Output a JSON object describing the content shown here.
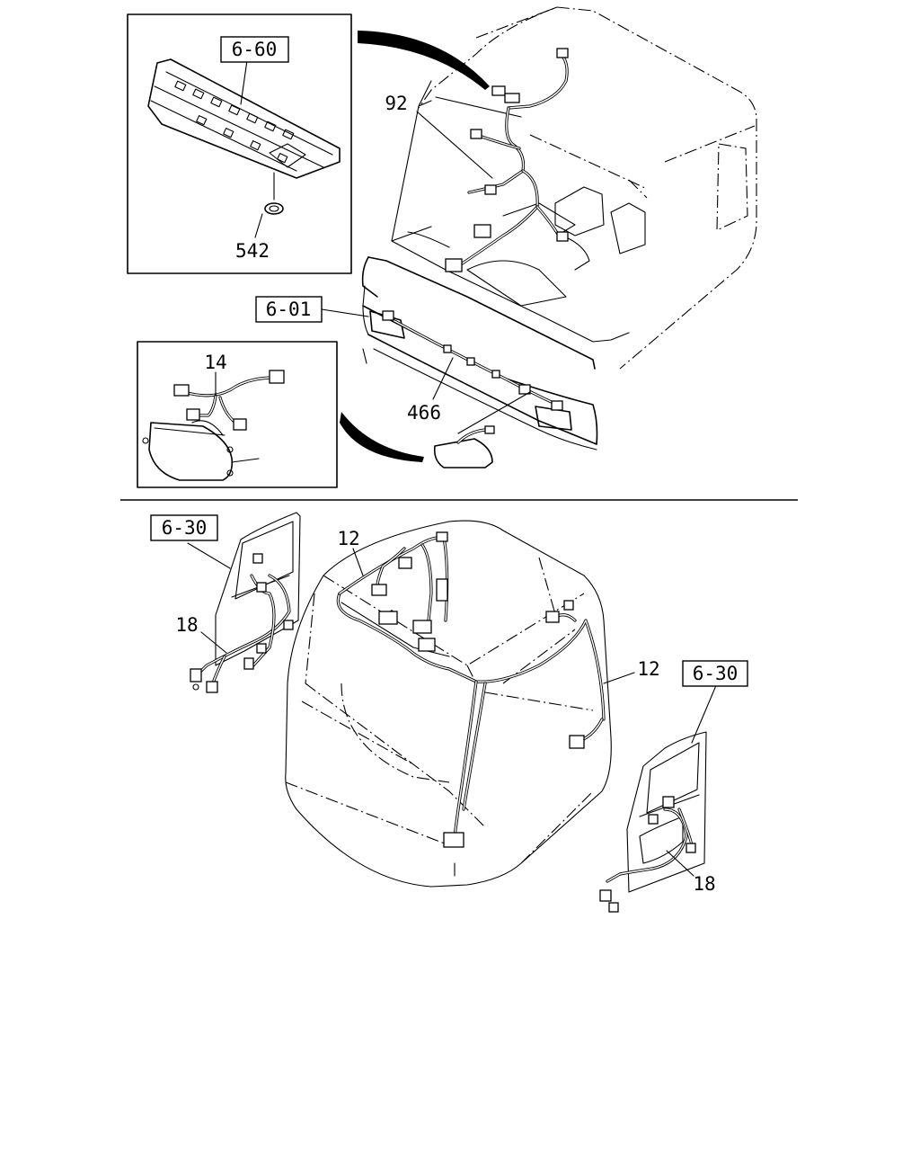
{
  "callouts": {
    "ref_grille": "6-60",
    "ref_front": "6-01",
    "ref_door_left": "6-30",
    "ref_door_right": "6-30"
  },
  "parts": {
    "grommet": "542",
    "harness_dash": "92",
    "harness_headlamp": "14",
    "harness_front_panel": "466",
    "harness_roof_left": "12",
    "harness_roof_right": "12",
    "harness_door_left": "18",
    "harness_door_right": "18"
  }
}
